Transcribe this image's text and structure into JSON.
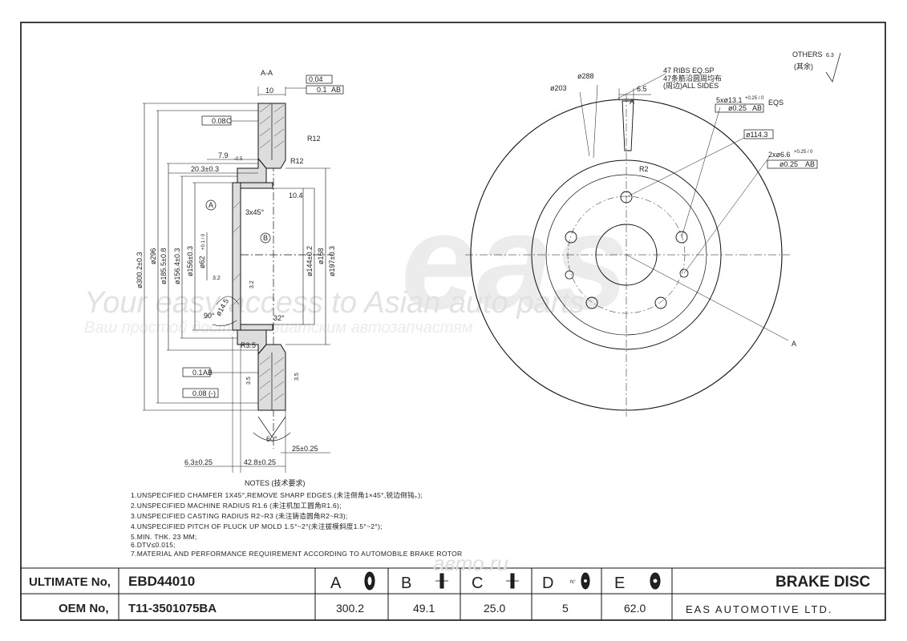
{
  "watermark": {
    "logo": "eas",
    "line1": "Your easy access to Asian auto parts",
    "line2": "Ваш простой доступ к азиатским автозапчастям",
    "site": "aвто.ru"
  },
  "section": {
    "title": "A-A",
    "labels": {
      "a": "A",
      "b": "B"
    },
    "tolerances": {
      "flat1": "0.04",
      "runout1": "0.1",
      "ref1": "AB",
      "parallel": "0.08",
      "ref_c": "C",
      "runout2": "0.1",
      "ref2": "AB",
      "flat2": "0.08 (-)"
    },
    "dims": {
      "d10": "10",
      "r12a": "R12",
      "r12b": "R12",
      "d79": "7.9",
      "d79tol": "-0.5",
      "d203": "20.3±0.3",
      "d104": "10.4",
      "chamfer": "3x45°",
      "d3002": "ø300.2±0.3",
      "d296": "ø296",
      "d1855": "ø185.5±0.8",
      "d1564": "ø156.4±0.3",
      "d156": "ø156±0.3",
      "d62": "ø62",
      "d62tol": "+0.1 / 0",
      "d1442": "ø144±0.2",
      "d168": "ø168",
      "d197": "ø197±0.3",
      "r32a": "3.2",
      "r32b": "3.2",
      "d145": "ø14.5",
      "a90": "90°",
      "a32": "32°",
      "r35": "R3.5",
      "s35a": "3.5",
      "s35b": "3.5",
      "a60": "60°",
      "d25": "25±0.25",
      "d63": "6.3±0.25",
      "d428": "42.8±0.25"
    }
  },
  "front": {
    "others": "OTHERS",
    "others_val": "6.3",
    "others_cn": "(其余)",
    "dims": {
      "d203": "ø203",
      "d288": "ø288",
      "a": "A",
      "d65": "6.5",
      "ribs1": "47 RIBS EQ.SP",
      "ribs2": "47条筋沿圆周均布",
      "ribs3": "(周边)ALL SIDES",
      "holes5": "5xø13.1",
      "holes5tol": "+0.25 / 0",
      "pos5": "ø0.25",
      "ref5": "AB",
      "eqs": "EQS",
      "d1143": "ø114.3",
      "holes2": "2xø6.6",
      "holes2tol": "+0.25 / 0",
      "pos2": "ø0.25",
      "ref2": "AB",
      "r2": "R2",
      "a_arrow": "A"
    }
  },
  "notes": {
    "title": "NOTES (技术要求)",
    "lines": [
      "1.UNSPECIFIED CHAMFER 1X45°,REMOVE SHARP EDGES.(未注倒角1×45°,锐边倒钝。);",
      "2.UNSPECIFIED MACHINE RADIUS R1.6 (未注机加工圆角R1.6);",
      "3.UNSPECIFIED CASTING RADIUS R2~R3 (未注铸造圆角R2~R3);",
      "4.UNSPECIFIED PITCH OF PLUCK UP MOLD 1.5°~2°(未注拔模斜度1.5°~2°);",
      "5.MIN. THK. 23 MM;",
      "6.DTV≤0.015;",
      "7.MATERIAL AND PERFORMANCE REQUIREMENT ACCORDING TO AUTOMOBILE BRAKE ROTOR"
    ]
  },
  "table": {
    "ultimate_label": "ULTIMATE No,",
    "ultimate_value": "EBD44010",
    "oem_label": "OEM No,",
    "oem_value": "T11-3501075BA",
    "columns": [
      {
        "letter": "A",
        "value": "300.2"
      },
      {
        "letter": "B",
        "value": "49.1"
      },
      {
        "letter": "C",
        "value": "25.0"
      },
      {
        "letter": "D",
        "value": "5"
      },
      {
        "letter": "E",
        "value": "62.0"
      }
    ],
    "product": "BRAKE DISC",
    "company": "EAS AUTOMOTIVE LTD.",
    "d_icon_label": "N°"
  }
}
